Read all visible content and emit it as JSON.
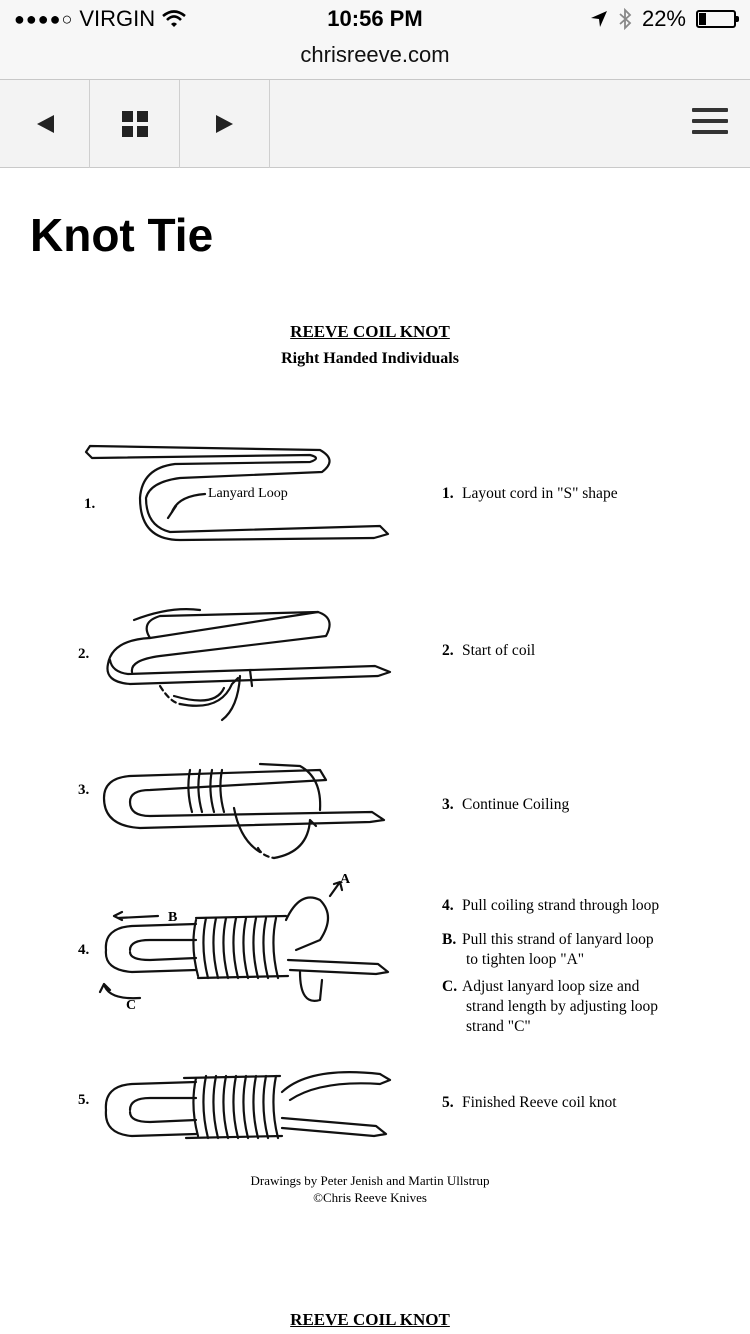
{
  "status_bar": {
    "signal_dots": "●●●●○",
    "carrier": "VIRGIN",
    "time": "10:56 PM",
    "battery_percent": "22%",
    "battery_level": 0.22
  },
  "address_bar": {
    "url": "chrisreeve.com"
  },
  "toolbar": {
    "icons": [
      "back-icon",
      "grid-icon",
      "forward-icon",
      "hamburger-menu-icon"
    ]
  },
  "page": {
    "title": "Knot Tie"
  },
  "figure": {
    "title": "REEVE COIL KNOT",
    "subtitle": "Right Handed Individuals",
    "steps": [
      {
        "num": "1.",
        "text": "Layout cord in \"S\" shape"
      },
      {
        "num": "2.",
        "text": "Start of coil"
      },
      {
        "num": "3.",
        "text": "Continue Coiling"
      },
      {
        "num": "4.",
        "text": "Pull coiling strand through loop"
      },
      {
        "num": "B.",
        "text": "Pull this strand of lanyard loop",
        "text2": "to tighten loop \"A\""
      },
      {
        "num": "C.",
        "text": "Adjust lanyard loop size and",
        "text2": "strand length by adjusting loop",
        "text3": "strand \"C\""
      },
      {
        "num": "5.",
        "text": "Finished Reeve coil knot"
      }
    ],
    "drawing_labels": {
      "lanyard_loop": "Lanyard Loop",
      "a": "A",
      "b": "B",
      "c": "C"
    },
    "credits_line1": "Drawings by Peter Jenish and Martin Ullstrup",
    "credits_line2": "©Chris Reeve Knives",
    "footer_title": "REEVE COIL KNOT"
  }
}
